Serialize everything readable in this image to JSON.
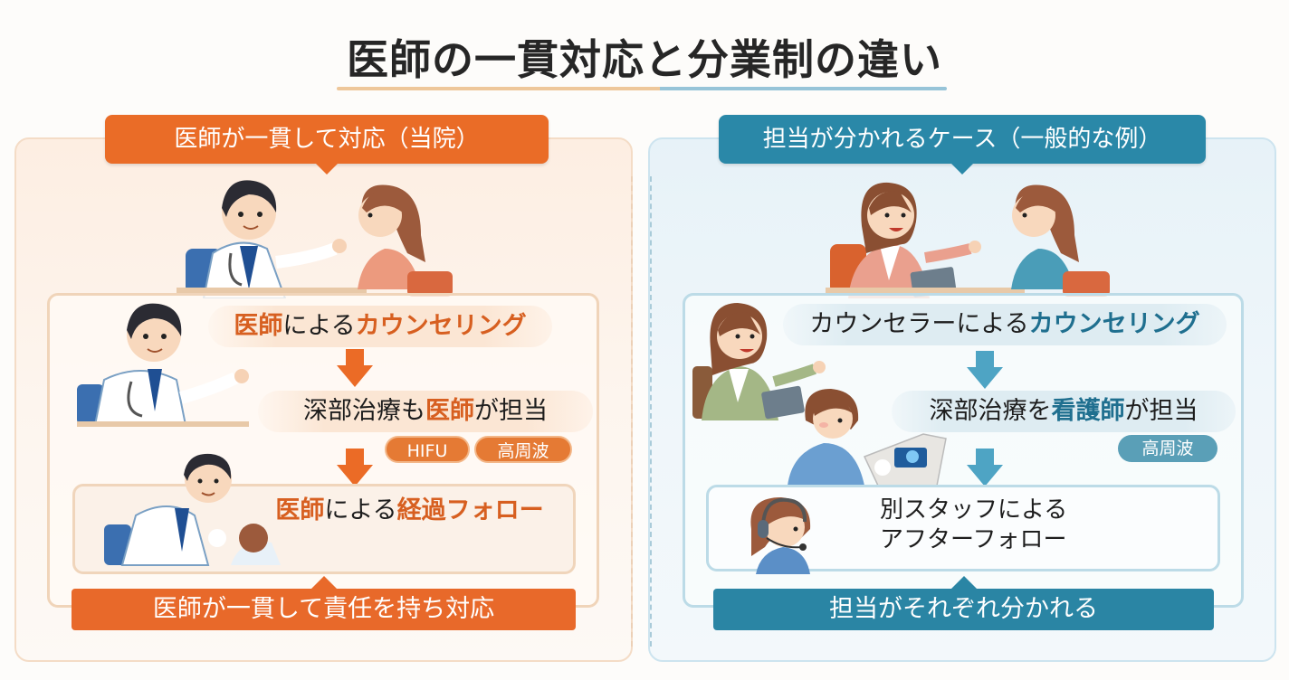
{
  "title": "医師の一貫対応と分業制の違い",
  "colors": {
    "orange_accent": "#ea6c27",
    "teal_accent": "#2a88a8",
    "orange_highlight_text": "#d75f20",
    "teal_highlight_text": "#1f6f8f",
    "left_panel_bg": "#fdf3ea",
    "right_panel_bg": "#ecf4f8"
  },
  "left": {
    "header": "医師が一貫して対応（当院）",
    "illustration_top": "doctor-consulting-patient",
    "step1": {
      "hl1": "医師",
      "mid": "による",
      "hl2": "カウンセリング"
    },
    "step2": {
      "pre": "深部治療も",
      "hl": "医師",
      "post": "が担当"
    },
    "tags": [
      "HIFU",
      "高周波"
    ],
    "step3": {
      "hl1": "医師",
      "mid": "による",
      "hl2": "経過フォロー"
    },
    "footer": "医師が一貫して責任を持ち対応"
  },
  "right": {
    "header": "担当が分かれるケース（一般的な例）",
    "illustration_top": "counselor-with-patient",
    "step1": {
      "pre": "カウンセラーによる",
      "hl": "カウンセリング"
    },
    "step2": {
      "pre": "深部治療を",
      "hl": "看護師",
      "post": "が担当"
    },
    "tags": [
      "高周波"
    ],
    "step3": {
      "line1": "別スタッフによる",
      "line2": "アフターフォロー"
    },
    "footer": "担当がそれぞれ分かれる"
  }
}
